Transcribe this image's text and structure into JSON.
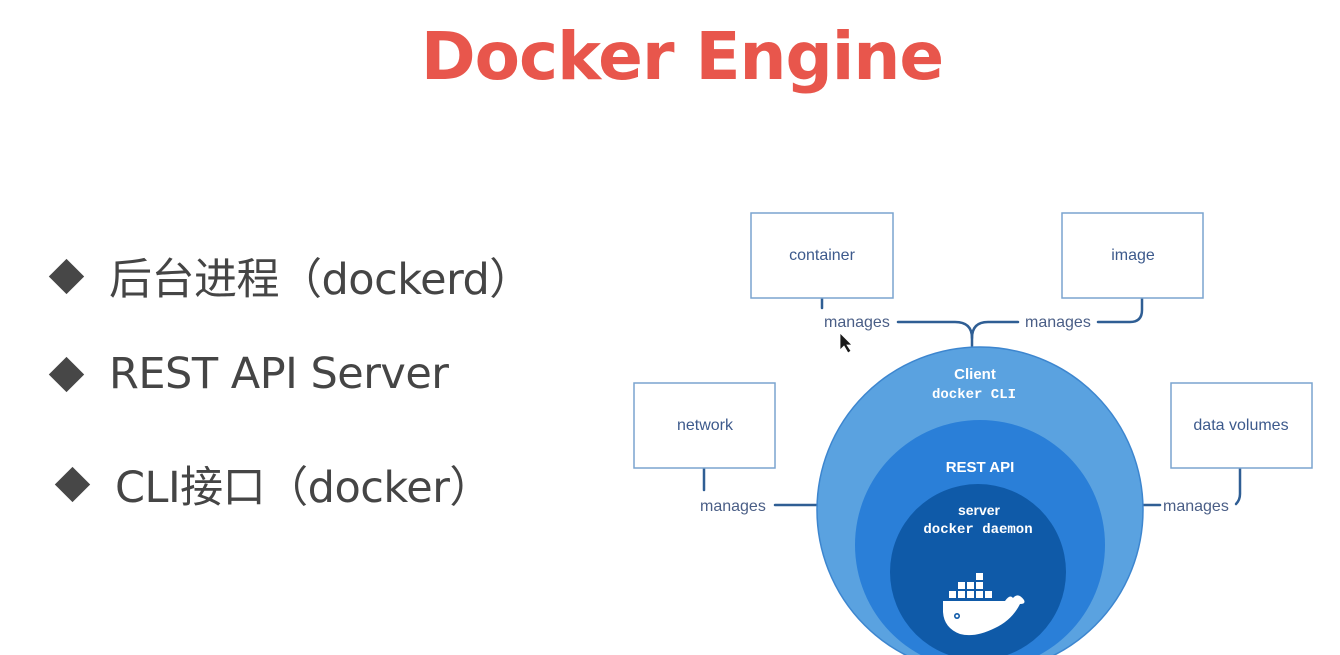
{
  "title": "Docker Engine",
  "bullets": [
    {
      "icon": "diamond-bullet-icon",
      "text": "后台进程（dockerd）"
    },
    {
      "icon": "diamond-bullet-icon",
      "text": "REST API Server"
    },
    {
      "icon": "diamond-bullet-icon",
      "text": "CLI接口（docker）"
    }
  ],
  "diagram": {
    "boxes": {
      "container": "container",
      "image": "image",
      "network": "network",
      "data_volumes": "data volumes"
    },
    "relation_label": "manages",
    "layers": {
      "client_title": "Client",
      "client_sub": "docker CLI",
      "rest": "REST API",
      "server_title": "server",
      "server_sub": "docker daemon"
    },
    "logo_icon": "docker-whale-icon",
    "colors": {
      "title": "#e8564c",
      "outer": "#5aa2e0",
      "middle": "#2a7fd8",
      "inner": "#0f5aa8",
      "box_border": "#7aa4cf",
      "connector": "#2f5e94"
    }
  }
}
